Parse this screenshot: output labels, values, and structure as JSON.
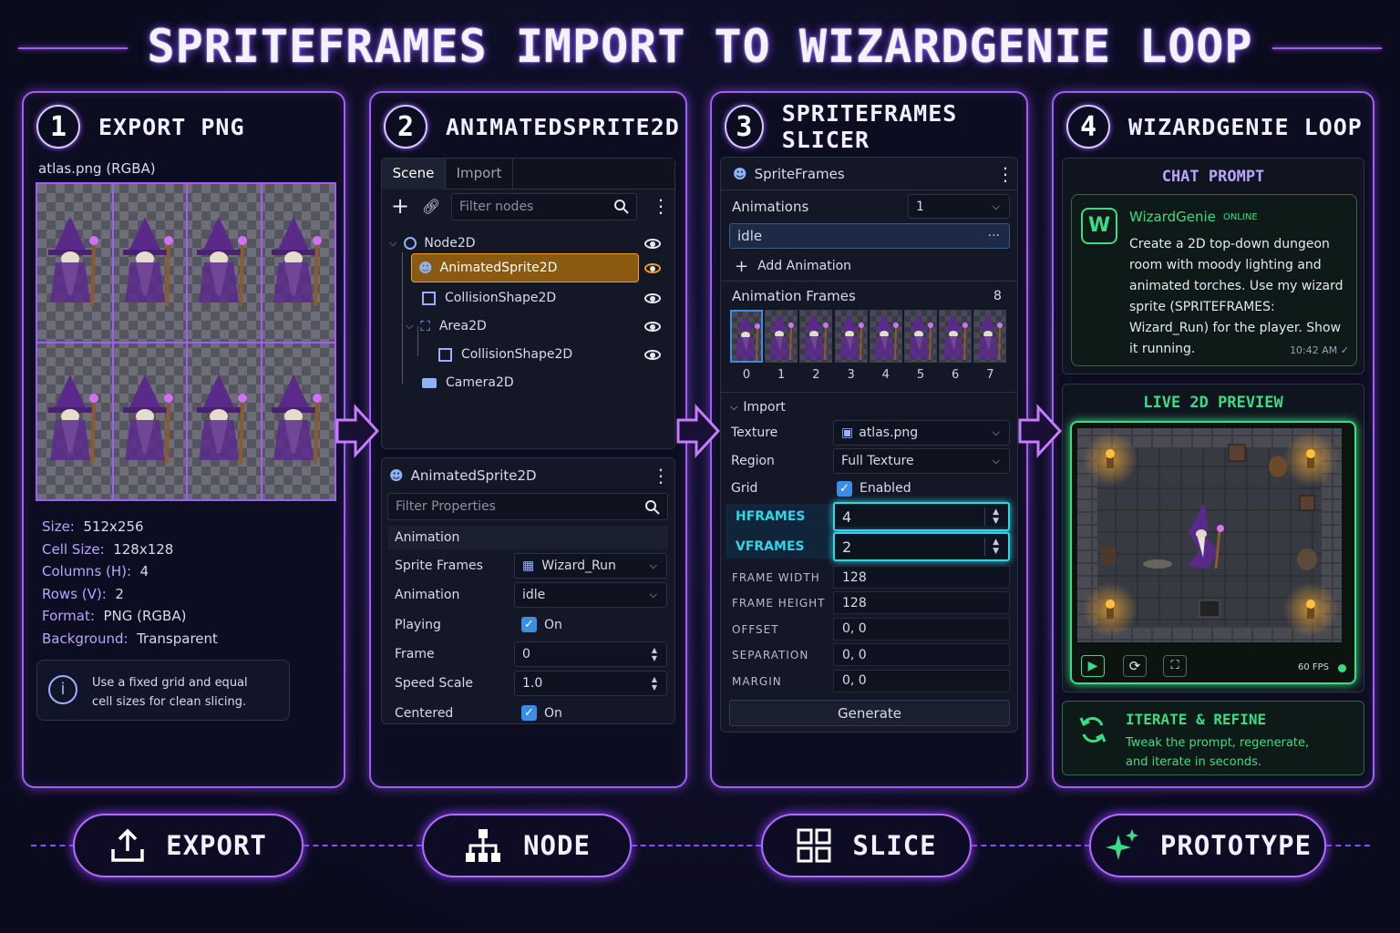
{
  "title": "SPRITEFRAMES IMPORT TO WIZARDGENIE LOOP",
  "panels": [
    {
      "num": "1",
      "title": "EXPORT PNG"
    },
    {
      "num": "2",
      "title": "ANIMATEDSPRITE2D"
    },
    {
      "num": "3",
      "title": "SPRITEFRAMES SLICER"
    },
    {
      "num": "4",
      "title": "WIZARDGENIE LOOP"
    }
  ],
  "export": {
    "file_label": "atlas.png (RGBA)",
    "info": [
      {
        "k": "Size:",
        "v": "512x256"
      },
      {
        "k": "Cell Size:",
        "v": "128x128"
      },
      {
        "k": "Columns (H):",
        "v": "4"
      },
      {
        "k": "Rows (V):",
        "v": "2"
      },
      {
        "k": "Format:",
        "v": "PNG (RGBA)"
      },
      {
        "k": "Background:",
        "v": "Transparent"
      }
    ],
    "tip_line1": "Use a fixed grid and equal",
    "tip_line2": "cell sizes for clean slicing."
  },
  "scene": {
    "tab_scene": "Scene",
    "tab_import": "Import",
    "filter_placeholder": "Filter nodes",
    "nodes": [
      "Node2D",
      "AnimatedSprite2D",
      "CollisionShape2D",
      "Area2D",
      "CollisionShape2D",
      "Camera2D"
    ]
  },
  "inspector": {
    "title": "AnimatedSprite2D",
    "filter_placeholder": "Filter Properties",
    "section": "Animation",
    "props": [
      {
        "k": "Sprite Frames",
        "v": "Wizard_Run"
      },
      {
        "k": "Animation",
        "v": "idle"
      },
      {
        "k": "Playing",
        "v": "On"
      },
      {
        "k": "Frame",
        "v": "0"
      },
      {
        "k": "Speed Scale",
        "v": "1.0"
      },
      {
        "k": "Centered",
        "v": "On"
      }
    ]
  },
  "slicer": {
    "header": "SpriteFrames",
    "animations_label": "Animations",
    "animations_count": "1",
    "anim_name": "idle",
    "add_animation": "Add Animation",
    "frames_label": "Animation Frames",
    "frames_count": "8",
    "frame_indices": [
      "0",
      "1",
      "2",
      "3",
      "4",
      "5",
      "6",
      "7"
    ],
    "import_label": "Import",
    "texture_label": "Texture",
    "texture_value": "atlas.png",
    "region_label": "Region",
    "region_value": "Full Texture",
    "grid_label": "Grid",
    "grid_value": "Enabled",
    "hframes_label": "HFRAMES",
    "hframes_value": "4",
    "vframes_label": "VFRAMES",
    "vframes_value": "2",
    "rows": [
      {
        "k": "FRAME WIDTH",
        "v": "128"
      },
      {
        "k": "FRAME HEIGHT",
        "v": "128"
      },
      {
        "k": "OFFSET",
        "v": "0, 0"
      },
      {
        "k": "SEPARATION",
        "v": "0, 0"
      },
      {
        "k": "MARGIN",
        "v": "0, 0"
      }
    ],
    "generate": "Generate"
  },
  "genie": {
    "chat_title": "CHAT PROMPT",
    "avatar": "W",
    "name": "WizardGenie",
    "status": "ONLINE",
    "message": "Create a 2D top-down dungeon room with moody lighting and animated torches. Use my wizard sprite (SPRITEFRAMES: Wizard_Run) for the player. Show it running.",
    "time": "10:42 AM",
    "preview_title": "LIVE 2D PREVIEW",
    "fps": "60 FPS",
    "iterate_title": "ITERATE & REFINE",
    "iterate_line1": "Tweak the prompt, regenerate,",
    "iterate_line2": "and iterate in seconds."
  },
  "steps": [
    "EXPORT",
    "NODE",
    "SLICE",
    "PROTOTYPE"
  ],
  "colors": {
    "accent": "#a35bff",
    "cyan": "#2fd6e8",
    "green": "#3ddc84",
    "orange": "#f0a020"
  }
}
